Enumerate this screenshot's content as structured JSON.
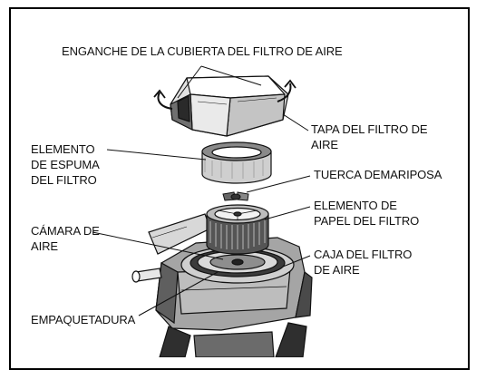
{
  "labels": {
    "cover_latch": "ENGANCHE DE LA CUBIERTA DEL FILTRO DE AIRE",
    "cover": "TAPA DEL FILTRO DE\nAIRE",
    "foam_element": "ELEMENTO\nDE ESPUMA\nDEL FILTRO",
    "wing_nut": "TUERCA DEMARIPOSA",
    "paper_element": "ELEMENTO DE\nPAPEL DEL FILTRO",
    "air_chamber": "CÁMARA DE\nAIRE",
    "filter_housing": "CAJA DEL FILTRO\nDE AIRE",
    "gasket": "EMPAQUETADURA"
  },
  "colors": {
    "ink": "#111111",
    "metal_dark": "#3a3a3a",
    "metal_mid": "#8a8a8a",
    "metal_light": "#d4d4d4"
  }
}
